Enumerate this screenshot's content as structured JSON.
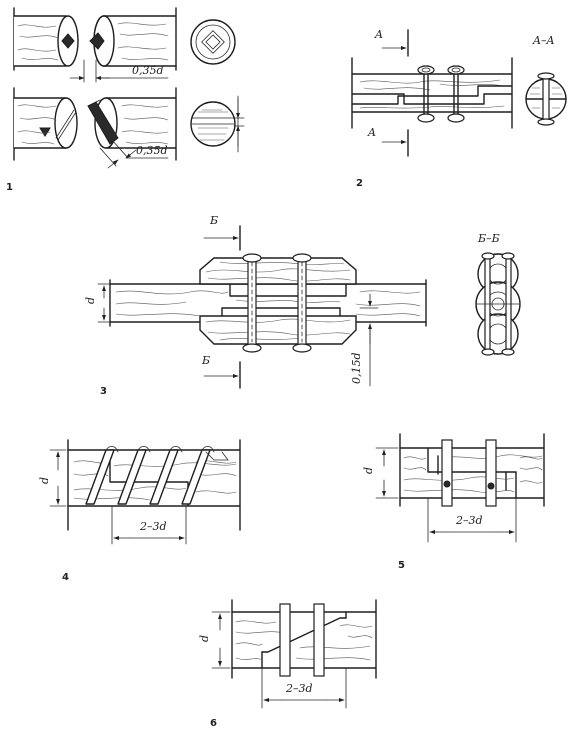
{
  "figures": [
    {
      "number": "1",
      "dims": [
        "0,35d",
        "0,35d"
      ]
    },
    {
      "number": "2",
      "section_marks": [
        "A",
        "A"
      ],
      "section_label": "A–A"
    },
    {
      "number": "3",
      "section_marks": [
        "Б",
        "Б"
      ],
      "section_label": "Б–Б",
      "dims": [
        "d",
        "0,15d"
      ]
    },
    {
      "number": "4",
      "dims": [
        "d",
        "2–3d"
      ]
    },
    {
      "number": "5",
      "dims": [
        "d",
        "2–3d"
      ]
    },
    {
      "number": "6",
      "dims": [
        "d",
        "2–3d"
      ]
    }
  ]
}
